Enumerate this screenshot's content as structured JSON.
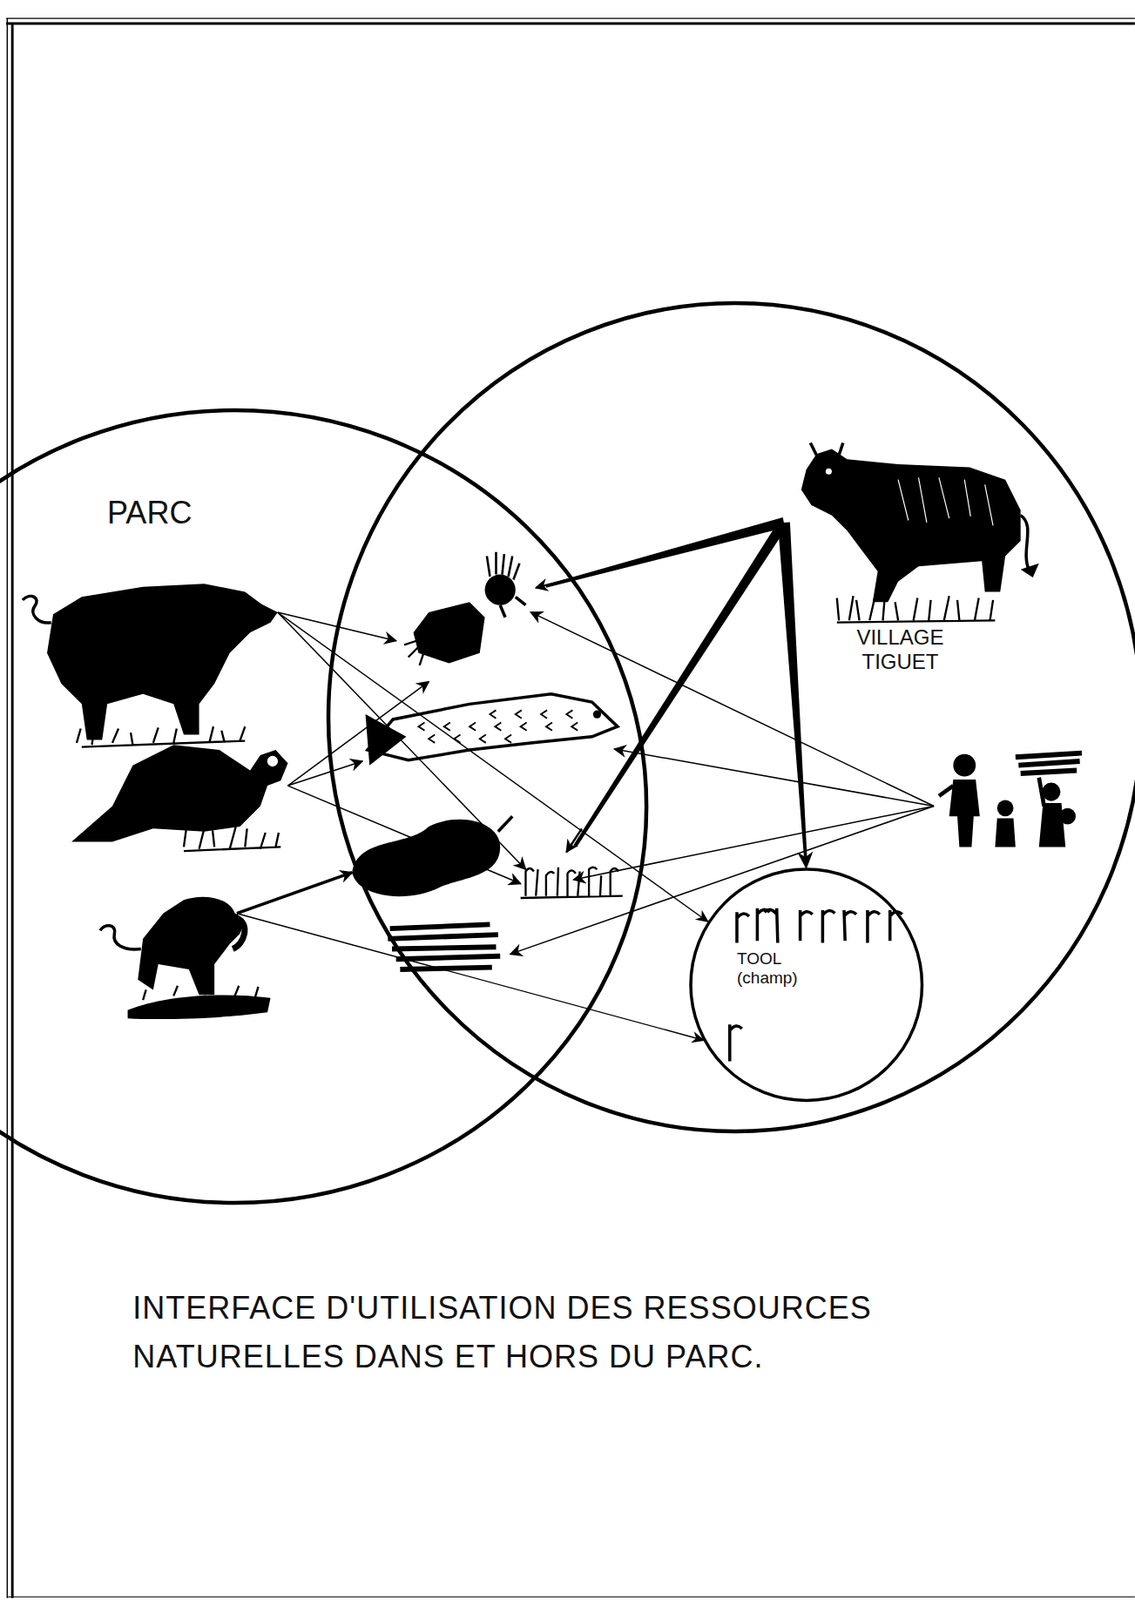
{
  "diagram": {
    "caption": "INTERFACE D'UTILISATION DES RESSOURCES NATURELLES DANS ET HORS DU PARC.",
    "nodes": [
      {
        "text": [
          "PARC"
        ]
      },
      {
        "text": [
          "VILLAGE TIGUET"
        ]
      },
      {
        "text": [
          "TOOL (champ)"
        ],
        "in": 1
      }
    ],
    "edges": [
      {
        "from": 0,
        "to": 2,
        "arrow": "to"
      },
      {
        "from": 0,
        "to": 2,
        "arrow": "to"
      },
      {
        "from": 1,
        "to": 2,
        "arrow": "to"
      }
    ]
  }
}
